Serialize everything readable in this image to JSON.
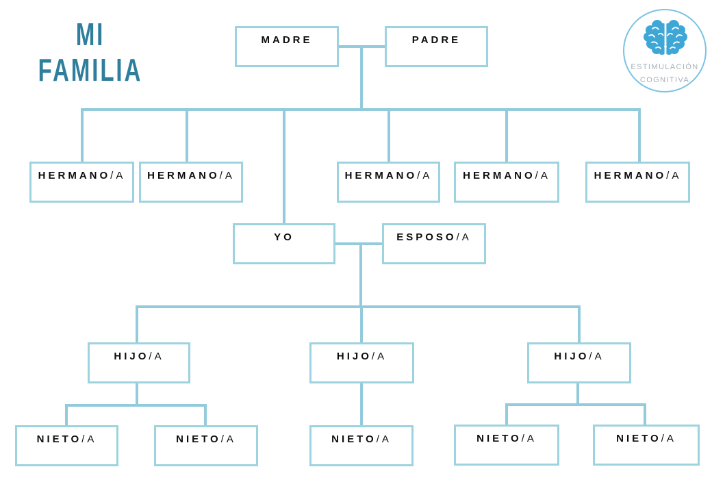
{
  "title": {
    "line1": "MI",
    "line2": "FAMILIA"
  },
  "logo": {
    "line1": "ESTIMULACIÓN",
    "line2": "COGNITIVA",
    "icon": "brain-icon"
  },
  "colors": {
    "title": "#2e7e9c",
    "line": "#93cbdc",
    "box_border": "#9dd2df",
    "label": "#0d0d0d",
    "logo_ring": "#79c3e3",
    "brain": "#3fa7d6",
    "logo_text": "#a6b0b9"
  },
  "nodes": {
    "madre": {
      "label": "MADRE",
      "suffix": ""
    },
    "padre": {
      "label": "PADRE",
      "suffix": ""
    },
    "hermano": {
      "label": "HERMANO",
      "suffix": "/A"
    },
    "yo": {
      "label": "YO",
      "suffix": ""
    },
    "esposo": {
      "label": "ESPOSO",
      "suffix": "/A"
    },
    "hijo": {
      "label": "HIJO",
      "suffix": "/A"
    },
    "nieto": {
      "label": "NIETO",
      "suffix": "/A"
    }
  }
}
